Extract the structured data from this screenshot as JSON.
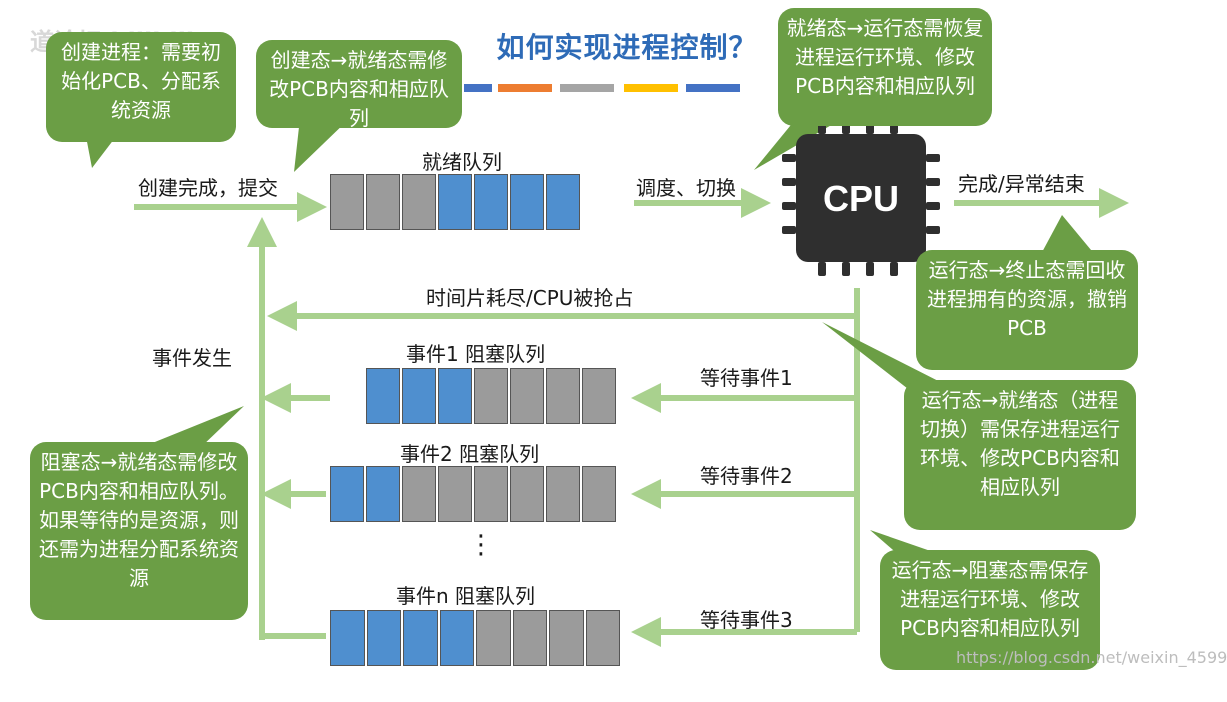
{
  "title": "如何实现进程控制？",
  "watermark": "道论坛 bilibili",
  "watermark_url": "https://blog.csdn.net/weixin_4599",
  "colors": {
    "bubble": "#6b9e45",
    "arrow": "#a9d18e",
    "blue_cell": "#4f8fcf",
    "gray_cell": "#9b9b9b",
    "title": "#2e6bb7",
    "bar": [
      "#4472c4",
      "#ed7d31",
      "#a5a5a5",
      "#ffc000",
      "#5b9bd5",
      "#4472c4"
    ]
  },
  "bubbles": {
    "create": "创建进程：需要初始化PCB、分配系统资源",
    "create_ready": "创建态→就绪态需修改PCB内容和相应队列",
    "ready_run": "就绪态→运行态需恢复进程运行环境、修改PCB内容和相应队列",
    "run_end": "运行态→终止态需回收进程拥有的资源，撤销PCB",
    "run_ready": "运行态→就绪态（进程切换）需保存进程运行环境、修改PCB内容和相应队列",
    "run_block": "运行态→阻塞态需保存进程运行环境、修改PCB内容和相应队列",
    "block_ready": "阻塞态→就绪态需修改PCB内容和相应队列。如果等待的是资源，则还需为进程分配系统资源"
  },
  "labels": {
    "submit": "创建完成，提交",
    "ready_queue": "就绪队列",
    "dispatch": "调度、切换",
    "cpu": "CPU",
    "finish": "完成/异常结束",
    "timeout": "时间片耗尽/CPU被抢占",
    "event_occurs": "事件发生",
    "q1": "事件1 阻塞队列",
    "q2": "事件2 阻塞队列",
    "qn": "事件n 阻塞队列",
    "wait1": "等待事件1",
    "wait2": "等待事件2",
    "wait3": "等待事件3",
    "dots": "⋮"
  },
  "queues": {
    "ready": [
      "gray",
      "gray",
      "gray",
      "blue",
      "blue",
      "blue",
      "blue"
    ],
    "q1": [
      "blue",
      "blue",
      "blue",
      "gray",
      "gray",
      "gray",
      "gray"
    ],
    "q2": [
      "blue",
      "blue",
      "gray",
      "gray",
      "gray",
      "gray",
      "gray",
      "gray"
    ],
    "qn": [
      "blue",
      "blue",
      "blue",
      "blue",
      "gray",
      "gray",
      "gray",
      "gray"
    ]
  }
}
